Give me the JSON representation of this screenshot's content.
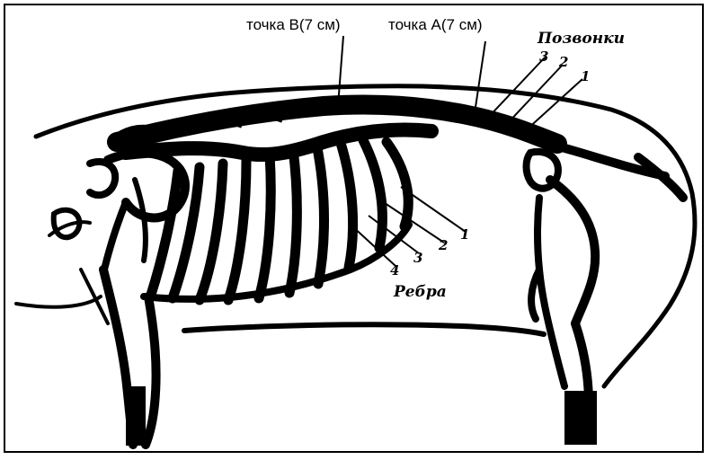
{
  "labels": {
    "point_b": "точка В(7 см)",
    "point_a": "точка А(7 см)",
    "vertebrae": "Позвонки",
    "ribs": "Ребра"
  },
  "vertebrae_numbers": [
    "3",
    "2",
    "1"
  ],
  "rib_numbers": [
    "1",
    "2",
    "3",
    "4"
  ]
}
